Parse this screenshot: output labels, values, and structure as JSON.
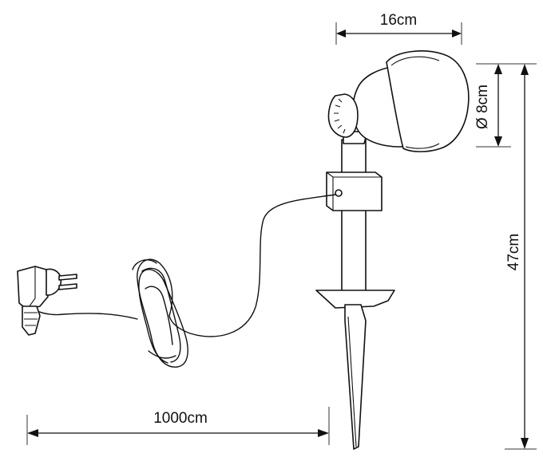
{
  "dimensions": {
    "width_label": "16cm",
    "diameter_label": "Ø 8cm",
    "height_label": "47cm",
    "cable_length_label": "1000cm"
  },
  "parts": {
    "spotlight_head": "spotlight-head",
    "junction_box": "junction-box",
    "ground_stake": "ground-stake",
    "power_cable": "power-cable",
    "power_plug": "power-plug"
  }
}
